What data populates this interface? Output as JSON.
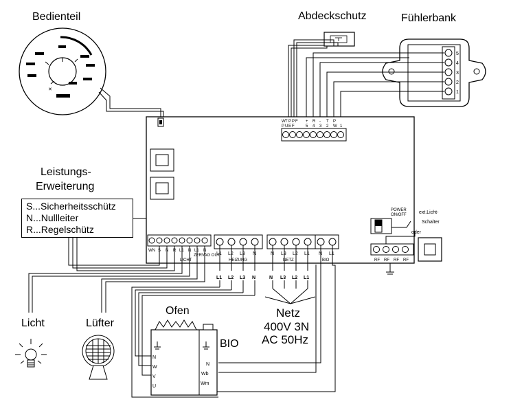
{
  "labels": {
    "bedienteil": "Bedienteil",
    "abdeckschutz": "Abdeckschutz",
    "fuehlerbank": "Fühlerbank",
    "leistungs_1": "Leistungs-",
    "leistungs_2": "Erweiterung",
    "licht": "Licht",
    "luefter": "Lüfter",
    "ofen": "Ofen",
    "bio": "BIO",
    "netz": "Netz",
    "netz_spec_1": "400V 3N",
    "netz_spec_2": "AC 50Hz",
    "ext_licht_1": "ext.Licht-",
    "ext_licht_2": "Schalter",
    "oder": "oder",
    "power_1": "POWER",
    "power_2": "ON/OFF"
  },
  "legend": [
    "S...Sicherheitsschütz",
    "N...Nullleiter",
    "R...Regelschütz"
  ],
  "top_terminal_labels": [
    "W",
    "T",
    "P",
    "P",
    "F",
    "P",
    "U",
    "E",
    "F",
    "+",
    "5",
    "R",
    "4",
    "-",
    "3",
    "T",
    "2",
    "P",
    "W",
    "1"
  ],
  "group_labels": {
    "licht": "LICHT",
    "heizung": "HEIZUNG",
    "netz": "NETZ",
    "bio": "BIO",
    "luefter_small": "ZERVAG OUT"
  },
  "terminal_labels": {
    "licht": [
      "WN",
      "S",
      "N",
      "R",
      "L1",
      "N",
      "L1",
      "N"
    ],
    "heizung": [
      "L1",
      "L2",
      "L3",
      "N"
    ],
    "netz": [
      "N",
      "L3",
      "L2",
      "L1"
    ],
    "bio": [
      "N",
      "L1"
    ]
  },
  "wire_labels_left": [
    "L1",
    "L2",
    "L3",
    "N"
  ],
  "wire_labels_right": [
    "N",
    "L3",
    "L2",
    "L1"
  ],
  "ofen_terminals": [
    "N",
    "W",
    "V",
    "U"
  ],
  "bio_terminals": [
    "N",
    "Wb",
    "Wm"
  ],
  "fuehler_terminals": [
    "5",
    "4",
    "3",
    "2",
    "1"
  ],
  "rf_labels": [
    "RF",
    "RF",
    "RF",
    "RF"
  ]
}
